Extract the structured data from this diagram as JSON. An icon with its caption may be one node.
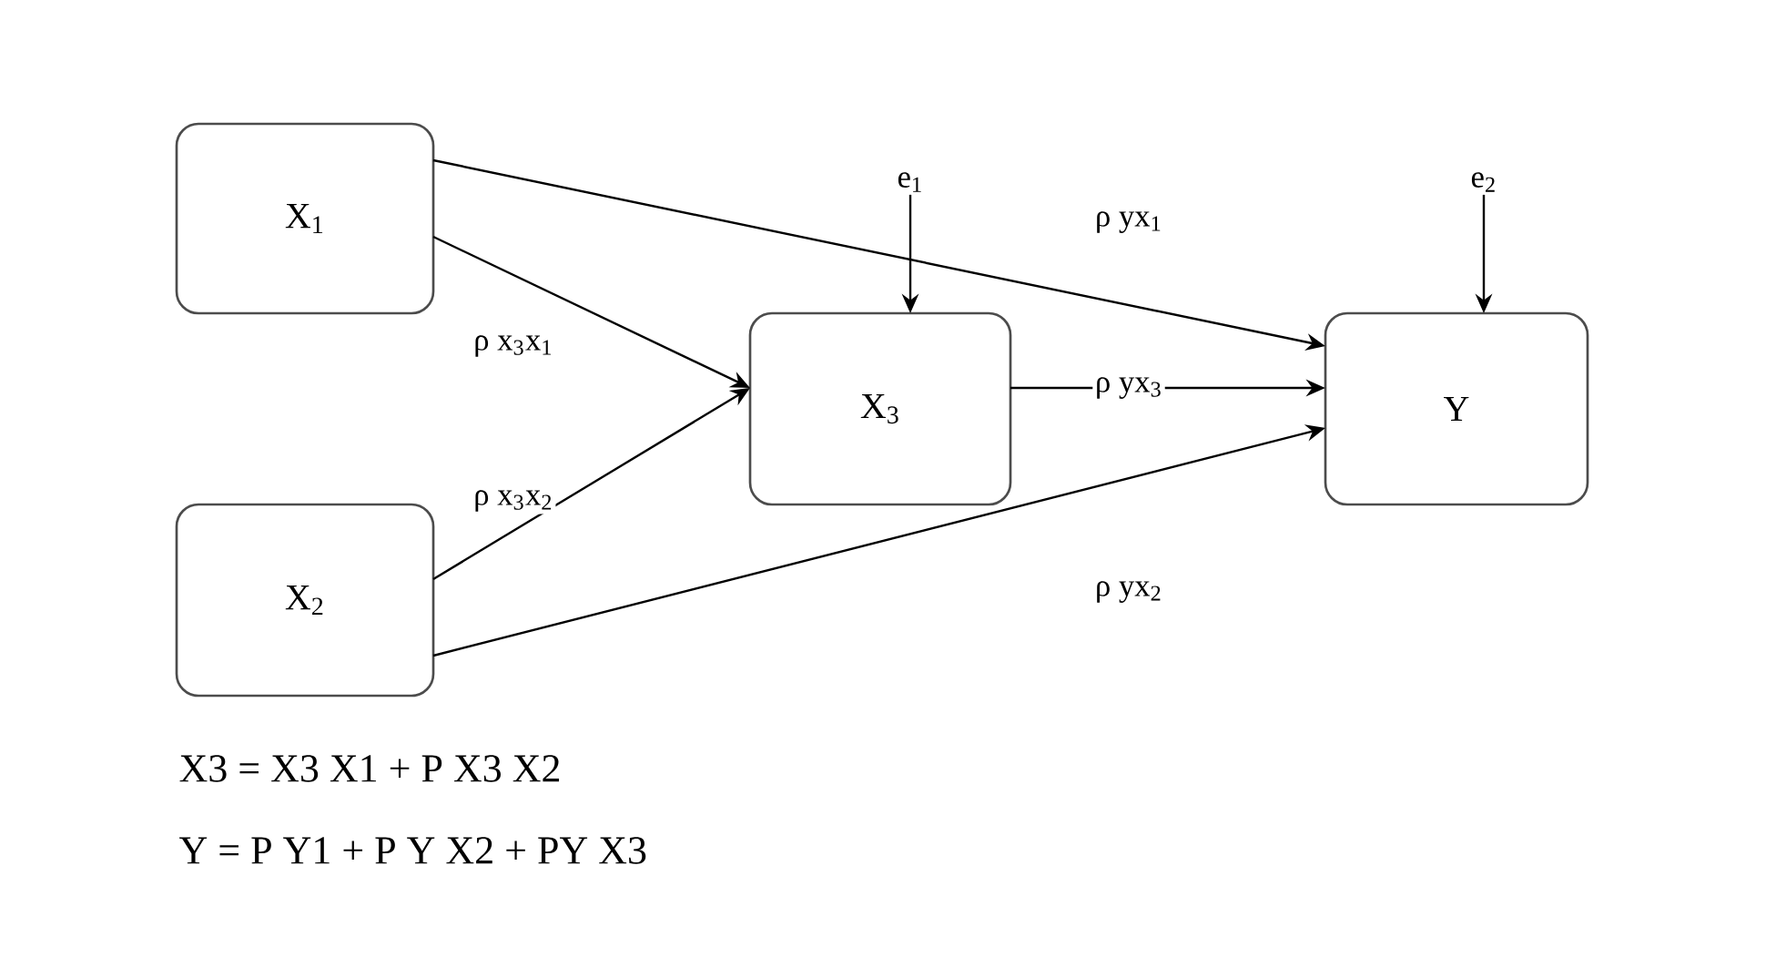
{
  "diagram": {
    "nodes": [
      {
        "text": [
          "X$_{1}$"
        ]
      },
      {
        "text": [
          "X$_{2}$"
        ]
      },
      {
        "text": [
          "X$_{3}$"
        ]
      },
      {
        "text": [
          "Y"
        ]
      },
      {
        "text": [
          "e$_{1}$"
        ]
      },
      {
        "text": [
          "e$_{2}$"
        ]
      }
    ],
    "edges": [
      {
        "from": 0,
        "to": 2,
        "arrow": "to",
        "label": "ρ x$_{3}$x$_{1}$"
      },
      {
        "from": 1,
        "to": 2,
        "arrow": "to",
        "label": "ρ x$_{3}$x$_{2}$"
      },
      {
        "from": 0,
        "to": 3,
        "arrow": "to",
        "label": "ρ yx$_{1}$"
      },
      {
        "from": 2,
        "to": 3,
        "arrow": "to",
        "label": "ρ yx$_{3}$"
      },
      {
        "from": 1,
        "to": 3,
        "arrow": "to",
        "label": "ρ yx$_{2}$"
      },
      {
        "from": 4,
        "to": 2,
        "arrow": "to"
      },
      {
        "from": 5,
        "to": 3,
        "arrow": "to"
      }
    ],
    "labels": [
      "X3 = X3 X1 + P X3 X2",
      "Y = P Y1 + P Y X2 + PY X3"
    ]
  }
}
